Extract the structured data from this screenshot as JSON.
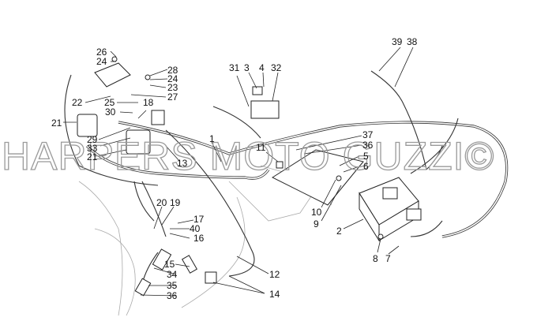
{
  "diagram": {
    "watermark": "HARPERS MOTO GUZZI©",
    "callouts": [
      "26",
      "24",
      "28",
      "24",
      "23",
      "27",
      "22",
      "25",
      "18",
      "30",
      "21",
      "29",
      "33",
      "21",
      "13",
      "1",
      "31",
      "3",
      "4",
      "32",
      "11",
      "37",
      "36",
      "5",
      "6",
      "39",
      "38",
      "20",
      "19",
      "17",
      "40",
      "16",
      "15",
      "34",
      "35",
      "36",
      "12",
      "14",
      "10",
      "9",
      "2",
      "8",
      "7"
    ]
  }
}
